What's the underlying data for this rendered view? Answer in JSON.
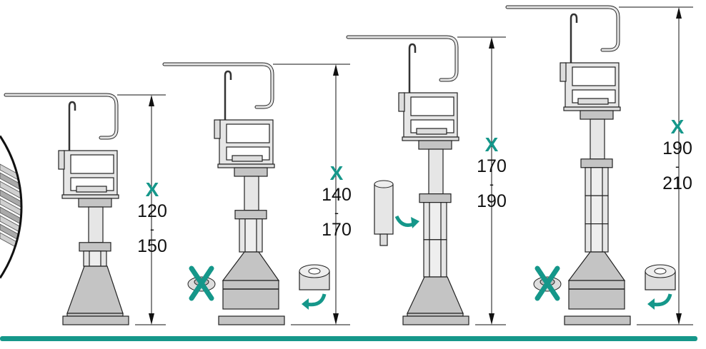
{
  "colors": {
    "accent": "#15978a",
    "metal": "#c4c4c4",
    "light": "#e6e6e6",
    "line": "#222222"
  },
  "pedestals": [
    {
      "symbol": "X",
      "min": "120",
      "sep": "-",
      "max": "150",
      "accessory": "none"
    },
    {
      "symbol": "X",
      "min": "140",
      "sep": "-",
      "max": "170",
      "accessory": "cap-swap"
    },
    {
      "symbol": "X",
      "min": "170",
      "sep": "-",
      "max": "190",
      "accessory": "extension"
    },
    {
      "symbol": "X",
      "min": "190",
      "sep": "-",
      "max": "210",
      "accessory": "cap-swap"
    }
  ]
}
